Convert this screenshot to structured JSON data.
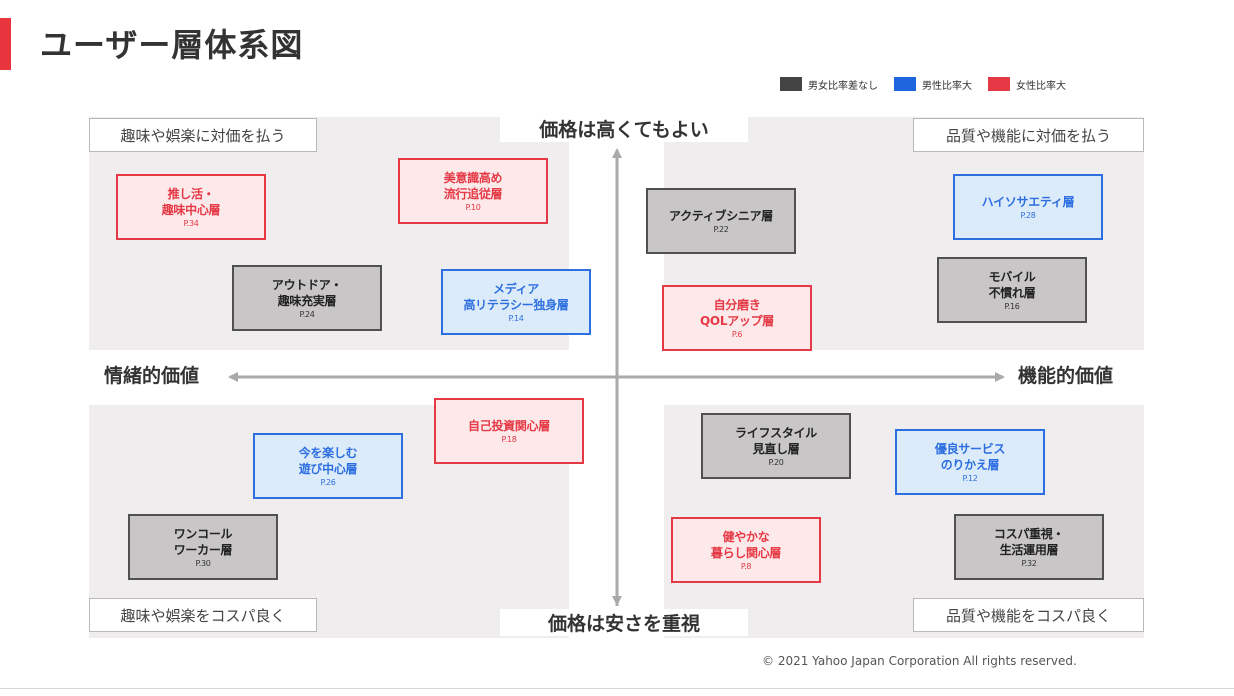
{
  "title": "ユーザー層体系図",
  "colors": {
    "accent": "#e8343c",
    "neutral": "#444444",
    "male": "#1e64dc",
    "female": "#e53945",
    "quadrant_bg": "#efedee",
    "axis": "#aaaaaa"
  },
  "legend": [
    {
      "label": "男女比率差なし",
      "color": "#444444"
    },
    {
      "label": "男性比率大",
      "color": "#1e64dc"
    },
    {
      "label": "女性比率大",
      "color": "#e53945"
    }
  ],
  "axes": {
    "top": "価格は高くてもよい",
    "bottom": "価格は安さを重視",
    "left": "情緒的価値",
    "right": "機能的価値"
  },
  "corners": {
    "top_left": "趣味や娯楽に対価を払う",
    "top_right": "品質や機能に対価を払う",
    "bottom_left": "趣味や娯楽をコスパ良く",
    "bottom_right": "品質や機能をコスパ良く"
  },
  "segments": [
    {
      "lines": [
        "推し活・",
        "趣味中心層"
      ],
      "page": "P.34",
      "type": "female"
    },
    {
      "lines": [
        "美意識高め",
        "流行追従層"
      ],
      "page": "P.10",
      "type": "female"
    },
    {
      "lines": [
        "アウトドア・",
        "趣味充実層"
      ],
      "page": "P.24",
      "type": "neutral"
    },
    {
      "lines": [
        "メディア",
        "高リテラシー独身層"
      ],
      "page": "P.14",
      "type": "male"
    },
    {
      "lines": [
        "アクティブシニア層"
      ],
      "page": "P.22",
      "type": "neutral"
    },
    {
      "lines": [
        "ハイソサエティ層"
      ],
      "page": "P.28",
      "type": "male"
    },
    {
      "lines": [
        "モバイル",
        "不慣れ層"
      ],
      "page": "P.16",
      "type": "neutral"
    },
    {
      "lines": [
        "自分磨き",
        "QOLアップ層"
      ],
      "page": "P.6",
      "type": "female"
    },
    {
      "lines": [
        "自己投資関心層"
      ],
      "page": "P.18",
      "type": "female"
    },
    {
      "lines": [
        "今を楽しむ",
        "遊び中心層"
      ],
      "page": "P.26",
      "type": "male"
    },
    {
      "lines": [
        "ワンコール",
        "ワーカー層"
      ],
      "page": "P.30",
      "type": "neutral"
    },
    {
      "lines": [
        "ライフスタイル",
        "見直し層"
      ],
      "page": "P.20",
      "type": "neutral"
    },
    {
      "lines": [
        "優良サービス",
        "のりかえ層"
      ],
      "page": "P.12",
      "type": "male"
    },
    {
      "lines": [
        "健やかな",
        "暮らし関心層"
      ],
      "page": "P.8",
      "type": "female"
    },
    {
      "lines": [
        "コスパ重視・",
        "生活運用層"
      ],
      "page": "P.32",
      "type": "neutral"
    }
  ],
  "copyright": "© 2021 Yahoo Japan Corporation All rights reserved."
}
